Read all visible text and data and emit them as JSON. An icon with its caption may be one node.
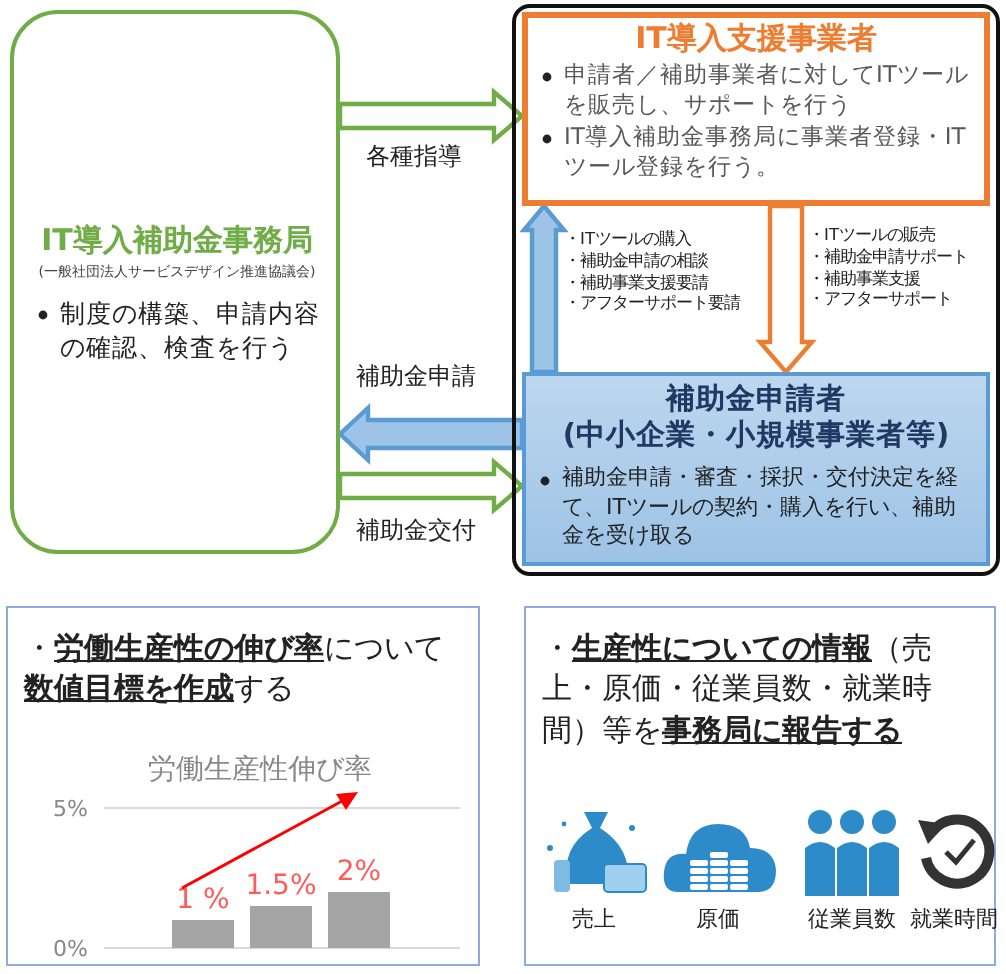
{
  "diagram": {
    "nodes": [
      {
        "text": [
          "IT導入補助金事務局",
          "(一般社団法人サービスデザイン推進協議会)",
          "制度の構築、申請内容の確認、検査を行う"
        ]
      },
      {
        "text": [],
        "shape": "box"
      },
      {
        "text": [
          "IT導入支援事業者",
          "申請者／補助事業者に対してITツールを販売し、サポートを行う",
          "IT導入補助金事務局に事業者登録・ITツール登録を行う。"
        ],
        "in": 1
      },
      {
        "text": [
          "補助金申請者(中小企業・小規模事業者等)",
          "補助金申請・審査・採択・交付決定を経て、ITツールの契約・購入を行い、補助金を受け取る"
        ],
        "in": 1
      },
      {
        "text": [
          "・**労働生産性の伸び率**について**数値目標を作成**する"
        ]
      },
      {
        "text": [
          "・**生産性についての情報**（売上・原価・従業員数・就業時間）等を**事務局に報告する**"
        ]
      }
    ],
    "edges": [
      {
        "from": 0,
        "to": 2,
        "arrow": "to",
        "label": "各種指導",
        "color": "#70ad47"
      },
      {
        "from": 3,
        "to": 0,
        "arrow": "to",
        "label": "補助金申請",
        "color": "#5b9bd5"
      },
      {
        "from": 0,
        "to": 3,
        "arrow": "to",
        "label": "補助金交付",
        "color": "#70ad47"
      },
      {
        "from": 3,
        "to": 2,
        "arrow": "to",
        "label": "・ITツールの購入・補助金申請の相談・補助事業支援要請・アフターサポート要請",
        "color": "#5b9bd5"
      },
      {
        "from": 2,
        "to": 3,
        "arrow": "to",
        "label": "・ITツールの販売・補助金申請サポート・補助事業支援・アフターサポート",
        "color": "#ed7d31"
      }
    ],
    "labels": [
      "売上",
      "原価",
      "従業員数",
      "就業時間"
    ],
    "chart_data": {
      "type": "bar",
      "title": "労働生産性伸び率",
      "categories": [
        null,
        null,
        null
      ],
      "values": [
        1,
        1.5,
        2
      ],
      "ylim": [
        0,
        5
      ],
      "yticks": [
        {
          "value": 0,
          "label": "0%"
        },
        {
          "value": 5,
          "label": "5%"
        }
      ],
      "value_labels": [
        "1 %",
        "1.5%",
        "2%"
      ]
    }
  }
}
